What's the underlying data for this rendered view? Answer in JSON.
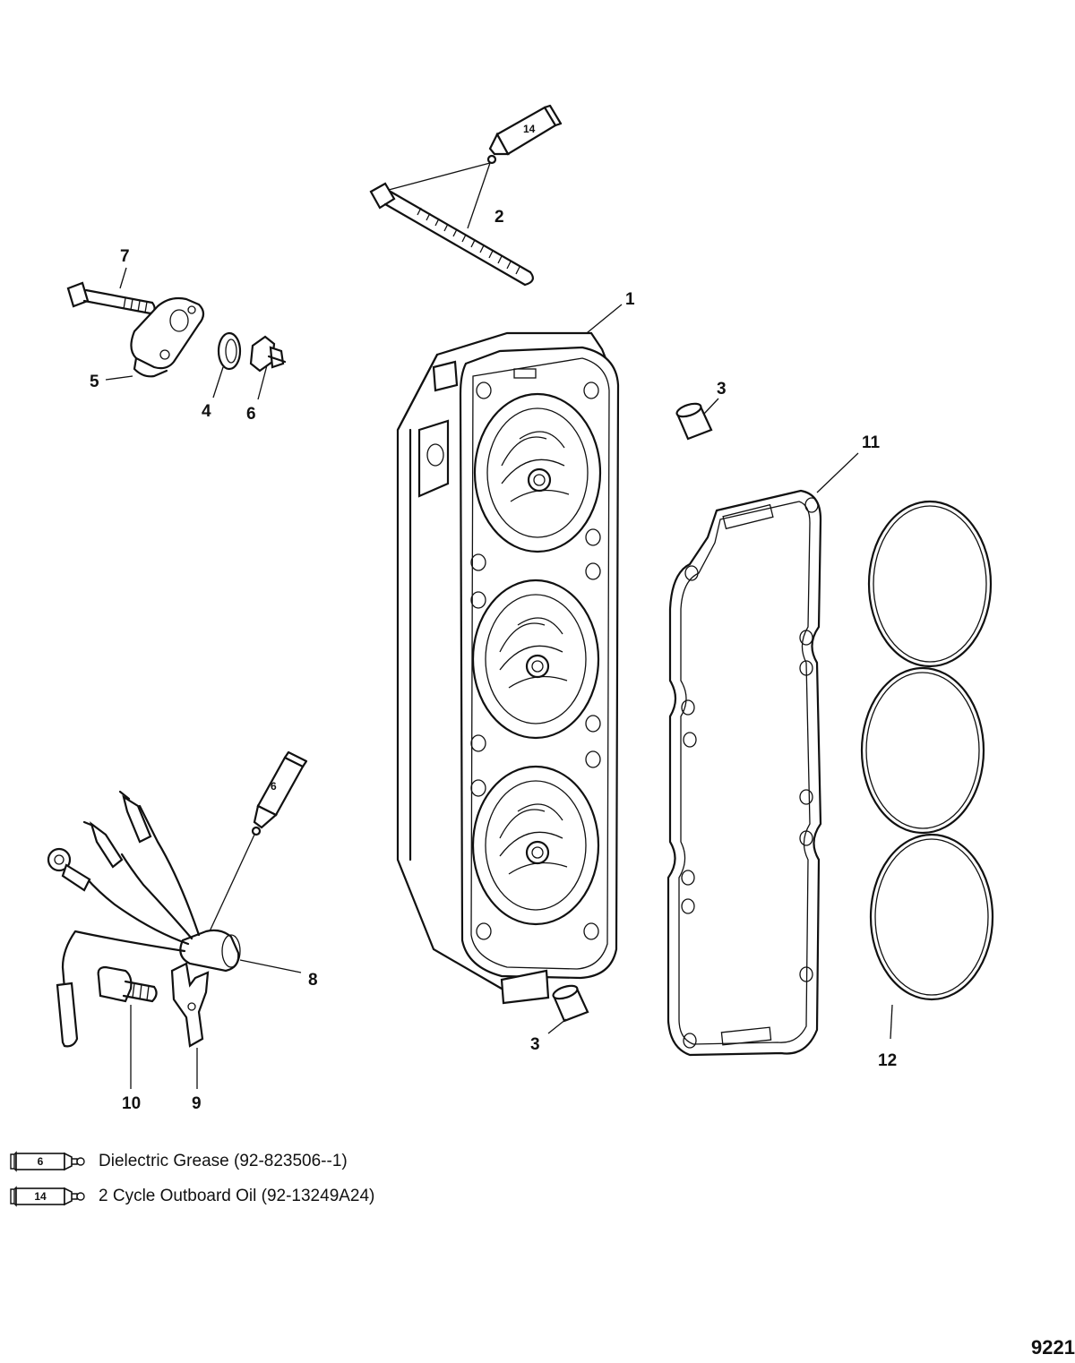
{
  "callouts": {
    "c1": "1",
    "c2": "2",
    "c3a": "3",
    "c3b": "3",
    "c4": "4",
    "c5": "5",
    "c6": "6",
    "c7": "7",
    "c8": "8",
    "c9": "9",
    "c10": "10",
    "c11": "11",
    "c12": "12"
  },
  "tubes": {
    "t14_top": "14",
    "t6_mid": "6"
  },
  "legend": [
    {
      "code": "6",
      "text": "Dielectric Grease (92-823506--1)"
    },
    {
      "code": "14",
      "text": "2 Cycle Outboard Oil (92-13249A24)"
    }
  ],
  "figure_number": "9221"
}
